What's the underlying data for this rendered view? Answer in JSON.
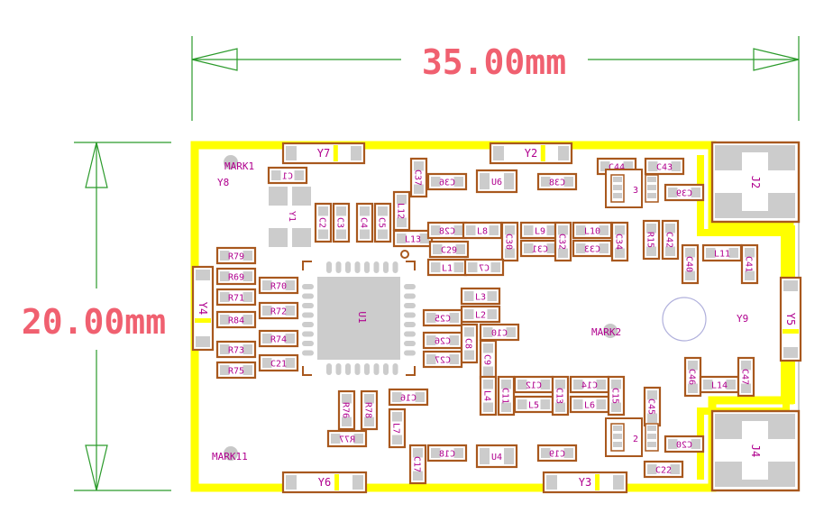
{
  "colors": {
    "board_outline": "#9a9a9a",
    "copper_pour": "#ffff00",
    "pad_outline": "#a8581e",
    "pad_fill": "#cccccc",
    "silk_label": "#b0008e",
    "dimension_line": "#2a9a2a",
    "dimension_text": "#f06070",
    "fiducial": "#c8c8c8"
  },
  "dimensions": {
    "width_label": "35.00mm",
    "height_label": "20.00mm"
  },
  "marks": {
    "mark1": "MARK1",
    "mark2": "MARK2",
    "mark11": "MARK11"
  },
  "plain_labels": {
    "y8": "Y8",
    "y9": "Y9"
  },
  "components": {
    "Y7": "Y7",
    "Y2": "Y2",
    "Y6": "Y6",
    "Y3": "Y3",
    "Y4": "Y4",
    "Y5": "Y5",
    "J2": "J2",
    "J4": "J4",
    "U1": "U1",
    "U6": "U6",
    "U4": "U4",
    "Y1": "Y1",
    "C1": "C1",
    "C2": "C2",
    "C3": "C3",
    "C4": "C4",
    "C5": "C5",
    "C7": "C7",
    "C8": "C8",
    "C9": "C9",
    "C10": "C10",
    "C11": "C11",
    "C12": "C12",
    "C13": "C13",
    "C14": "C14",
    "C15": "C15",
    "C16": "C16",
    "C17": "C17",
    "C18": "C18",
    "C19": "C19",
    "C20": "C20",
    "C21": "C21",
    "C22": "C22",
    "C25": "C25",
    "C26": "C26",
    "C27": "C27",
    "C28": "C28",
    "C29": "C29",
    "C30": "C30",
    "C31": "C31",
    "C32": "C32",
    "C33": "C33",
    "C34": "C34",
    "C36": "C36",
    "C37": "C37",
    "C38": "C38",
    "C39": "C39",
    "C40": "C40",
    "C41": "C41",
    "C42": "C42",
    "C43": "C43",
    "C44": "C44",
    "C45": "C45",
    "C46": "C46",
    "C47": "C47",
    "L1": "L1",
    "L2": "L2",
    "L3": "L3",
    "L4": "L4",
    "L5": "L5",
    "L6": "L6",
    "L7": "L7",
    "L8": "L8",
    "L9": "L9",
    "L10": "L10",
    "L11": "L11",
    "L12": "L12",
    "L13": "L13",
    "L14": "L14",
    "R15": "R15",
    "R69": "R69",
    "R70": "R70",
    "R71": "R71",
    "R72": "R72",
    "R73": "R73",
    "R74": "R74",
    "R75": "R75",
    "R76": "R76",
    "R77": "R77",
    "R78": "R78",
    "R79": "R79",
    "R84": "R84",
    "D2": "2",
    "D3": "3"
  }
}
